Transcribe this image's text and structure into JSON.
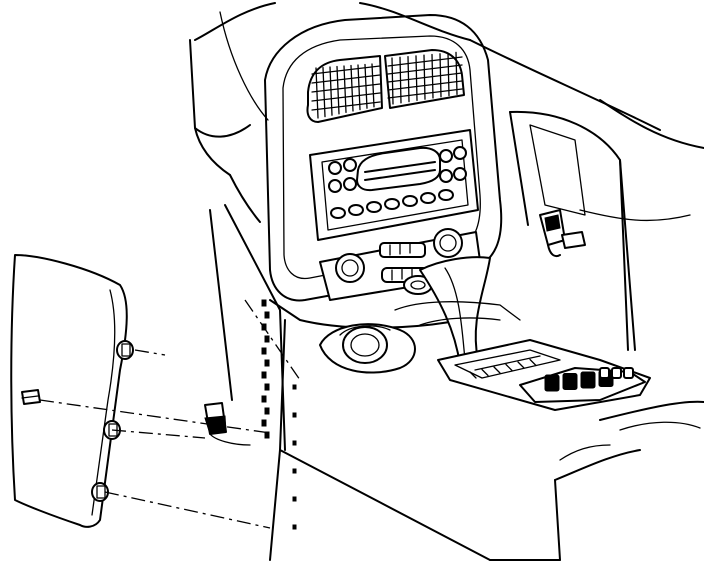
{
  "figure": {
    "kind": "technical line illustration",
    "parts": [
      "center-console",
      "instrument-panel-bezel",
      "air-vent-left",
      "air-vent-right",
      "radio-head-unit",
      "hvac-controls",
      "shifter-boot",
      "console-storage-tray",
      "left-closeout-panel",
      "right-closeout-panel"
    ],
    "colors": {
      "line": "#000000",
      "background": "#ffffff"
    }
  }
}
